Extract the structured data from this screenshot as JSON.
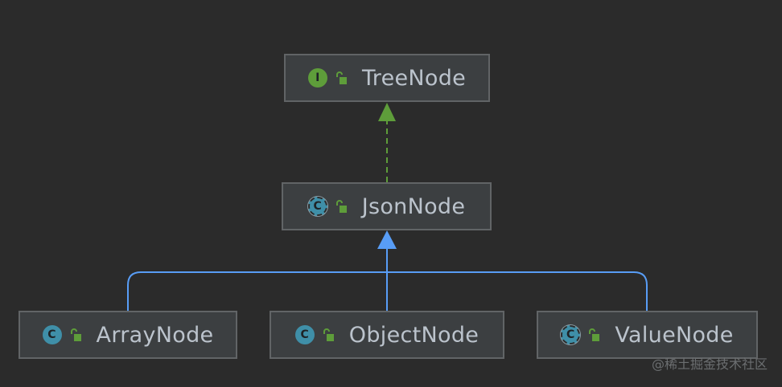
{
  "nodes": {
    "tree_node": {
      "label": "TreeNode",
      "kind_icon": "I",
      "icon_type": "interface-icon"
    },
    "json_node": {
      "label": "JsonNode",
      "kind_icon": "C",
      "icon_type": "abstract-class-icon"
    },
    "array_node": {
      "label": "ArrayNode",
      "kind_icon": "C",
      "icon_type": "class-icon"
    },
    "object_node": {
      "label": "ObjectNode",
      "kind_icon": "C",
      "icon_type": "class-icon"
    },
    "value_node": {
      "label": "ValueNode",
      "kind_icon": "C",
      "icon_type": "abstract-class-icon"
    }
  },
  "relations": [
    {
      "from": "JsonNode",
      "to": "TreeNode",
      "type": "implements"
    },
    {
      "from": "ArrayNode",
      "to": "JsonNode",
      "type": "extends"
    },
    {
      "from": "ObjectNode",
      "to": "JsonNode",
      "type": "extends"
    },
    {
      "from": "ValueNode",
      "to": "JsonNode",
      "type": "extends"
    }
  ],
  "colors": {
    "background": "#2b2b2b",
    "node_fill": "#3c3f41",
    "node_border": "#616466",
    "implements_edge": "#5e9d3a",
    "extends_edge": "#589df6",
    "interface_icon": "#5e9d3a",
    "class_icon": "#3f8fa8",
    "lock_icon": "#5e9d3a"
  },
  "watermark": "@稀土掘金技术社区"
}
